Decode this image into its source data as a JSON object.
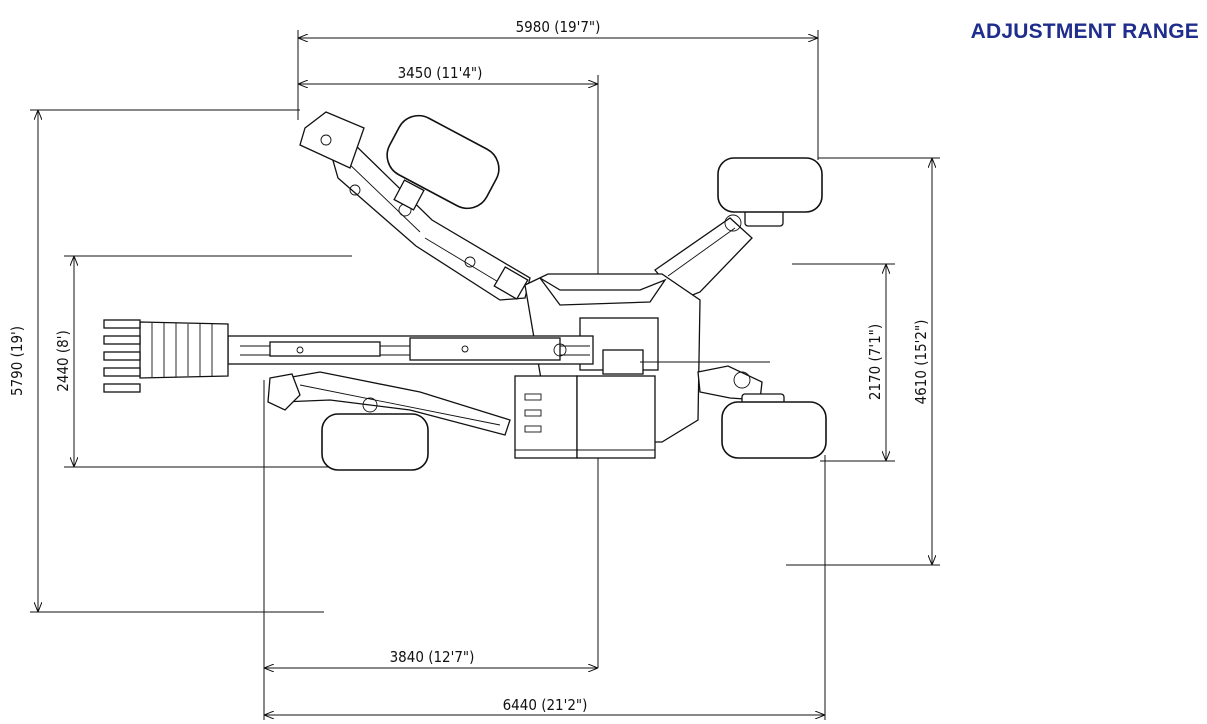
{
  "heading": "ADJUSTMENT RANGE",
  "colors": {
    "heading": "#1f2d8c",
    "line": "#111111"
  },
  "dimensions": {
    "top_overall": "5980  (19'7\")",
    "top_inner": "3450  (11'4\")",
    "left_overall": "5790  (19')",
    "left_inner": "2440  (8')",
    "right_inner": "2170  (7'1\")",
    "right_overall": "4610  (15'2\")",
    "bottom_inner": "3840  (12'7\")",
    "bottom_overall": "6440  (21'2\")"
  }
}
